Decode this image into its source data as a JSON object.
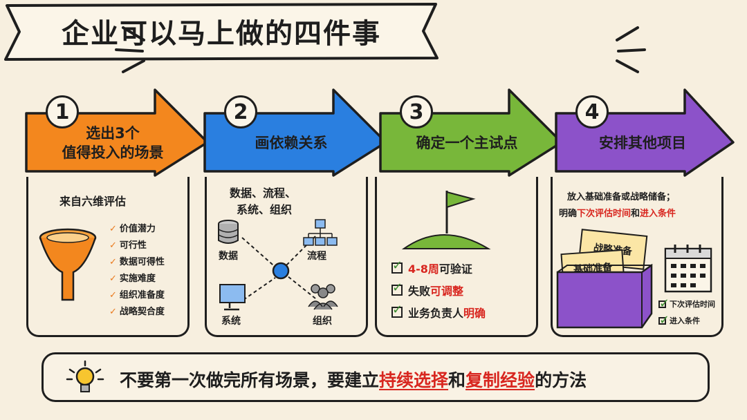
{
  "title": "企业可以马上做的四件事",
  "colors": {
    "step1": "#f3871e",
    "step2": "#2a7fe0",
    "step3": "#78b73a",
    "step4": "#8c52c9",
    "accent_red": "#d8261f",
    "background": "#f7efdf"
  },
  "steps": [
    {
      "number": "1",
      "label_line1": "选出3个",
      "label_line2": "值得投入的场景"
    },
    {
      "number": "2",
      "label_line1": "画依赖关系",
      "label_line2": ""
    },
    {
      "number": "3",
      "label_line1": "确定一个主试点",
      "label_line2": ""
    },
    {
      "number": "4",
      "label_line1": "安排其他项目",
      "label_line2": ""
    }
  ],
  "panel1": {
    "heading": "来自六维评估",
    "icon": "funnel-icon",
    "criteria": [
      "价值潜力",
      "可行性",
      "数据可得性",
      "实施难度",
      "组织准备度",
      "战略契合度"
    ]
  },
  "panel2": {
    "heading_line1": "数据、流程、",
    "heading_line2": "系统、组织",
    "nodes": {
      "data": "数据",
      "process": "流程",
      "system": "系统",
      "org": "组织"
    },
    "icons": [
      "database-icon",
      "flowchart-icon",
      "monitor-icon",
      "people-icon"
    ]
  },
  "panel3": {
    "icon": "flag-icon",
    "checks": [
      {
        "pre": "4-8周",
        "hi": "",
        "post": "可验证"
      },
      {
        "pre": "失败",
        "hi": "可调整",
        "post": ""
      },
      {
        "pre": "业务负责人",
        "hi": "明确",
        "post": ""
      }
    ]
  },
  "panel4": {
    "line1": "放入基础准备或战略储备；",
    "line2_pre": "明确",
    "line2_hi1": "下次评估时间",
    "line2_mid": "和",
    "line2_hi2": "进入条件",
    "box_labels": {
      "strategic": "战略准备",
      "foundation": "基础准备"
    },
    "calendar_checks": [
      "下次评估时间",
      "进入条件"
    ],
    "icons": [
      "box-icon",
      "calendar-icon"
    ]
  },
  "bottom": {
    "icon": "lightbulb-icon",
    "pre": "不要第一次做完所有场景，要建立",
    "hi1": "持续选择",
    "mid": "和",
    "hi2": "复制经验",
    "post": "的方法"
  }
}
